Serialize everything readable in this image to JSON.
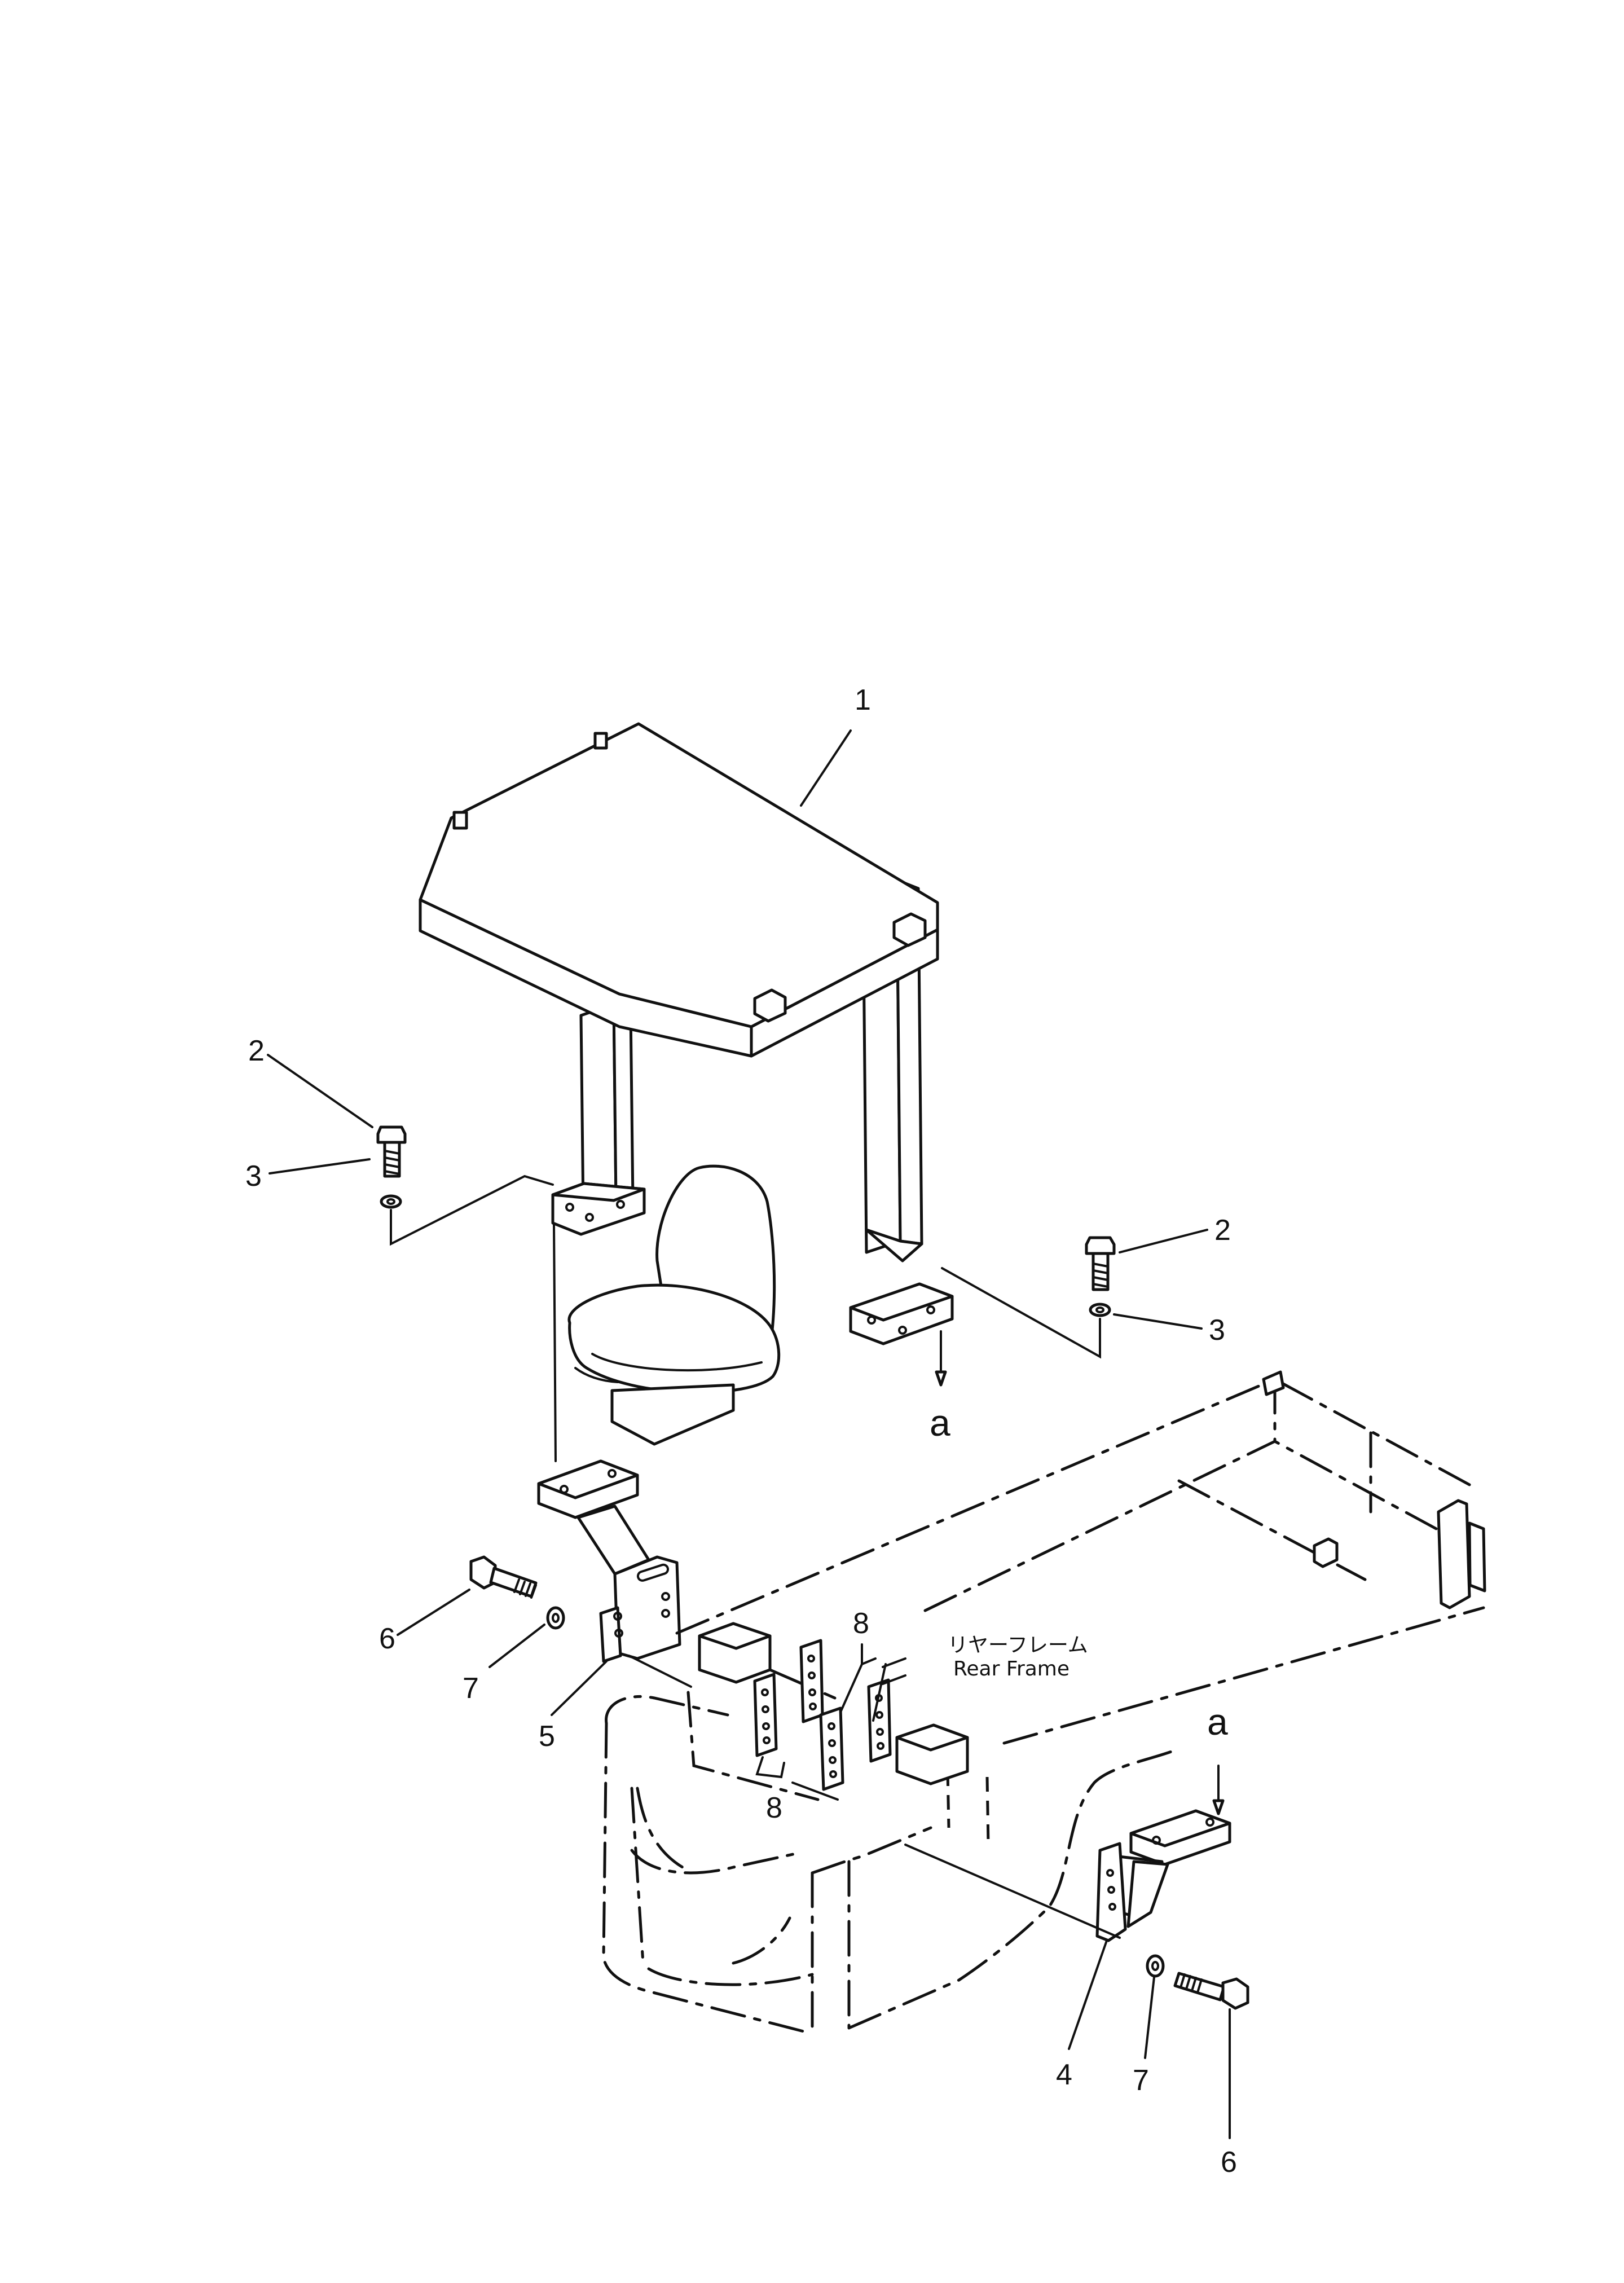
{
  "callouts": {
    "c1": "1",
    "c2a": "2",
    "c2b": "2",
    "c3a": "3",
    "c3b": "3",
    "c4": "4",
    "c5": "5",
    "c6a": "6",
    "c6b": "6",
    "c7a": "7",
    "c7b": "7",
    "c8a": "8",
    "c8b": "8"
  },
  "refs": {
    "a1": "a",
    "a2": "a"
  },
  "frame_label": {
    "jp": "リヤーフレーム",
    "en": "Rear Frame"
  }
}
